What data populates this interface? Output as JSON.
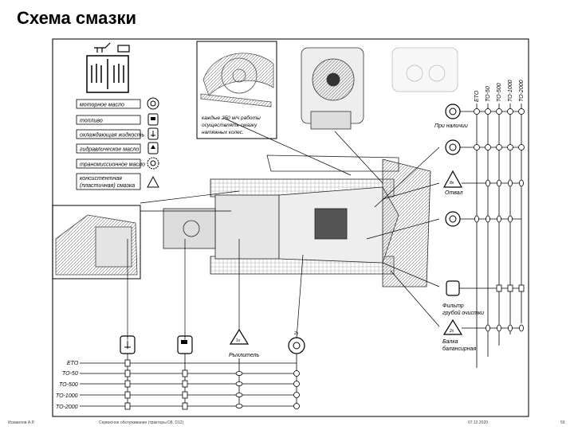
{
  "title": "Схема смазки",
  "legend": [
    {
      "label": "моторное масло",
      "icon": "engine-oil-icon"
    },
    {
      "label": "топливо",
      "icon": "fuel-icon"
    },
    {
      "label": "охлаждающая жидкость",
      "icon": "coolant-icon"
    },
    {
      "label": "гидравлическое масло",
      "icon": "hydraulic-oil-icon"
    },
    {
      "label": "трансмиссионное масло",
      "icon": "transmission-oil-icon"
    },
    {
      "label_line1": "консистентная",
      "label_line2": "(пластичная) смазка",
      "icon": "grease-icon"
    }
  ],
  "note": {
    "line1": "каждые 250 м/ч работы",
    "line2": "осуществлять смазку",
    "line3": "натяжных колес."
  },
  "periods_right": [
    "ETO",
    "TO-50",
    "TO-500",
    "TO-1000",
    "TO-2000"
  ],
  "periods_bottom": [
    "ETO",
    "TO-50",
    "TO-500",
    "TO-1000",
    "TO-2000"
  ],
  "callouts": {
    "if_available": "При наличии",
    "dump": "Отвал",
    "dump_qty": "8x",
    "filter_line1": "Фильтр",
    "filter_line2": "грубой очистки",
    "beam_line1": "Балка",
    "beam_line2": "балансирная",
    "beam_qty": "2x",
    "ripper": "Рыхлитель",
    "ripper_qty": "1x",
    "bottom_qty": "2x"
  },
  "footer": {
    "author": "Исмаилов А.Р.",
    "subject": "Сервисное обслуживание (тракторы D8, D12)",
    "date": "07.12.2020",
    "page": "59"
  }
}
